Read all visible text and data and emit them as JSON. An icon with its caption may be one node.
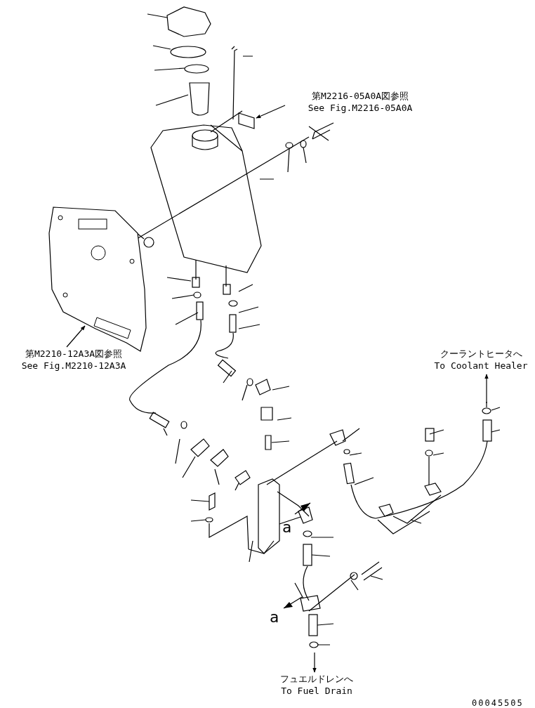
{
  "diagram": {
    "nodes": [
      {
        "text": [
          "第M2216-05A0A図参照",
          "See Fig.M2216-05A0A"
        ]
      },
      {
        "text": [],
        "shape": "box"
      },
      {
        "text": [
          "第M2210-12A3A図参照",
          "See Fig.M2210-12A3A"
        ]
      },
      {
        "text": [],
        "shape": "picture"
      },
      {
        "text": [
          "クーラントヒータへ",
          "To Coolant Healer"
        ]
      },
      {
        "text": [
          "フュエルドレンへ",
          "To Fuel Drain"
        ]
      }
    ],
    "edges": [
      {
        "from": 0,
        "to": 1,
        "arrow": "to"
      },
      {
        "from": 2,
        "to": 3,
        "arrow": "to"
      },
      {
        "from": null,
        "to": 4,
        "arrow": "to"
      },
      {
        "from": null,
        "to": 5,
        "arrow": "to"
      }
    ],
    "labels": [
      "a",
      "a",
      "00045505"
    ]
  }
}
